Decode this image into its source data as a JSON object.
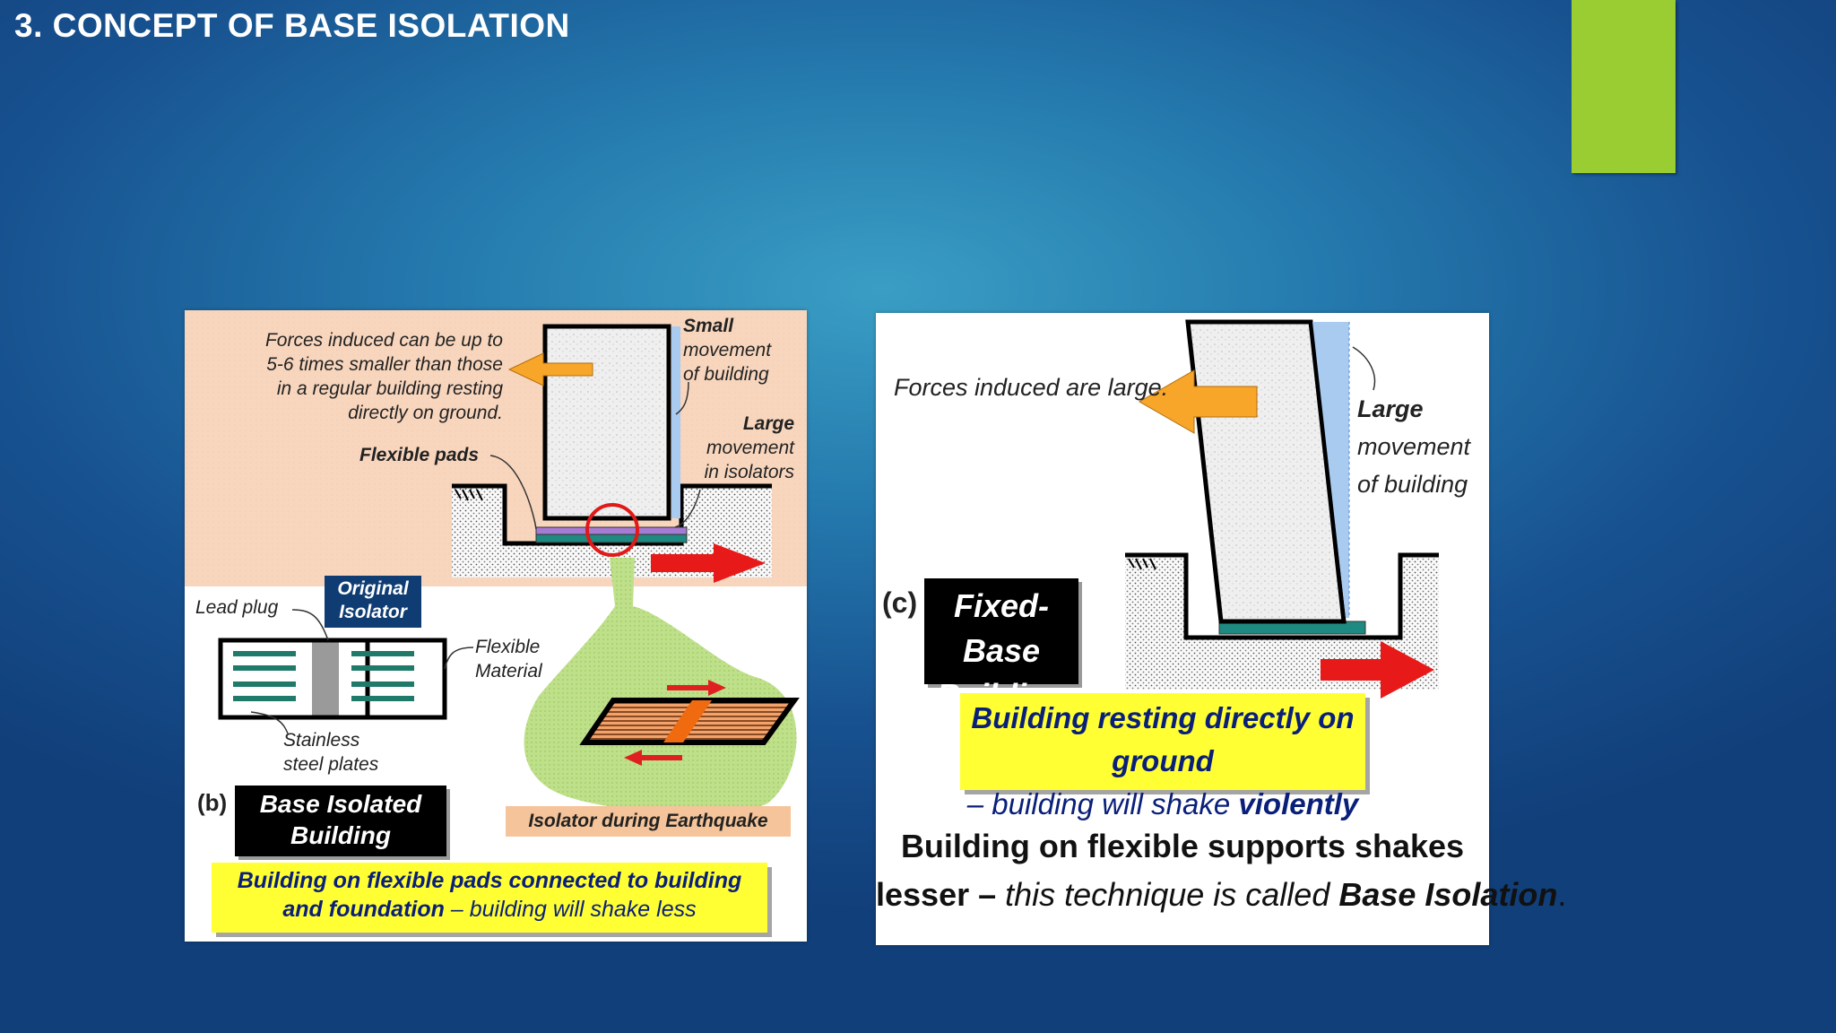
{
  "slide": {
    "title": "3. CONCEPT OF BASE ISOLATION",
    "accent_color": "#9acd32"
  },
  "panel_b": {
    "forces_note_lines": [
      "Forces induced can be up to",
      "5-6 times smaller than those",
      "in a regular building resting",
      "directly on ground."
    ],
    "small_movement_title": "Small",
    "small_movement_lines": [
      "movement",
      "of building"
    ],
    "large_movement_title": "Large",
    "large_movement_lines": [
      "movement",
      "in isolators"
    ],
    "flexible_pads_label": "Flexible pads",
    "lead_plug_label": "Lead plug",
    "original_isolator_lines": [
      "Original",
      "Isolator"
    ],
    "flexible_material_lines": [
      "Flexible",
      "Material"
    ],
    "stainless_lines": [
      "Stainless",
      "steel plates"
    ],
    "panel_letter": "(b)",
    "building_label_lines": [
      "Base Isolated",
      "Building"
    ],
    "isolator_during_eq": "Isolator during Earthquake",
    "caption_line1": "Building on flexible pads connected to building",
    "caption_line2_bold": "and foundation",
    "caption_line2_rest": " – building will shake less"
  },
  "panel_c": {
    "forces_note": "Forces induced are large.",
    "large_movement_title": "Large",
    "large_movement_lines": [
      "movement",
      "of building"
    ],
    "panel_letter": "(c)",
    "building_label_lines": [
      "Fixed-Base",
      "Building"
    ],
    "caption_line1": "Building resting directly on ground",
    "caption_line2_rest": "– building will shake ",
    "caption_line2_bold": "violently",
    "footer_line1": "Building on flexible supports shakes",
    "footer_line2_bold": "lesser – ",
    "footer_line2_italic": "this technique is called ",
    "footer_line2_term": "Base Isolation",
    "footer_line2_end": "."
  }
}
